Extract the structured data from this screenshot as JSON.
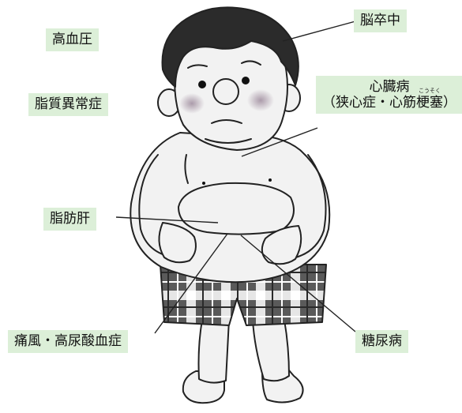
{
  "labels": {
    "hypertension": "高血圧",
    "dyslipidemia": "脂質異常症",
    "fatty_liver": "脂肪肝",
    "gout": "痛風・高尿酸血症",
    "stroke": "脳卒中",
    "heart_disease": "心臓病",
    "heart_disease_detail_open": "（狭心症・心筋",
    "heart_disease_detail_kanji": "梗塞",
    "heart_disease_detail_close": "）",
    "heart_disease_ruby": "こうそく",
    "diabetes": "糖尿病"
  },
  "colors": {
    "label_bg": "#dcefd8",
    "skin": "#f2f2f2",
    "hair": "#2b2b2b",
    "outline": "#222222",
    "shorts_dark": "#555555",
    "shorts_light": "#e6e6e6",
    "cheek": "#b9a9b6"
  }
}
